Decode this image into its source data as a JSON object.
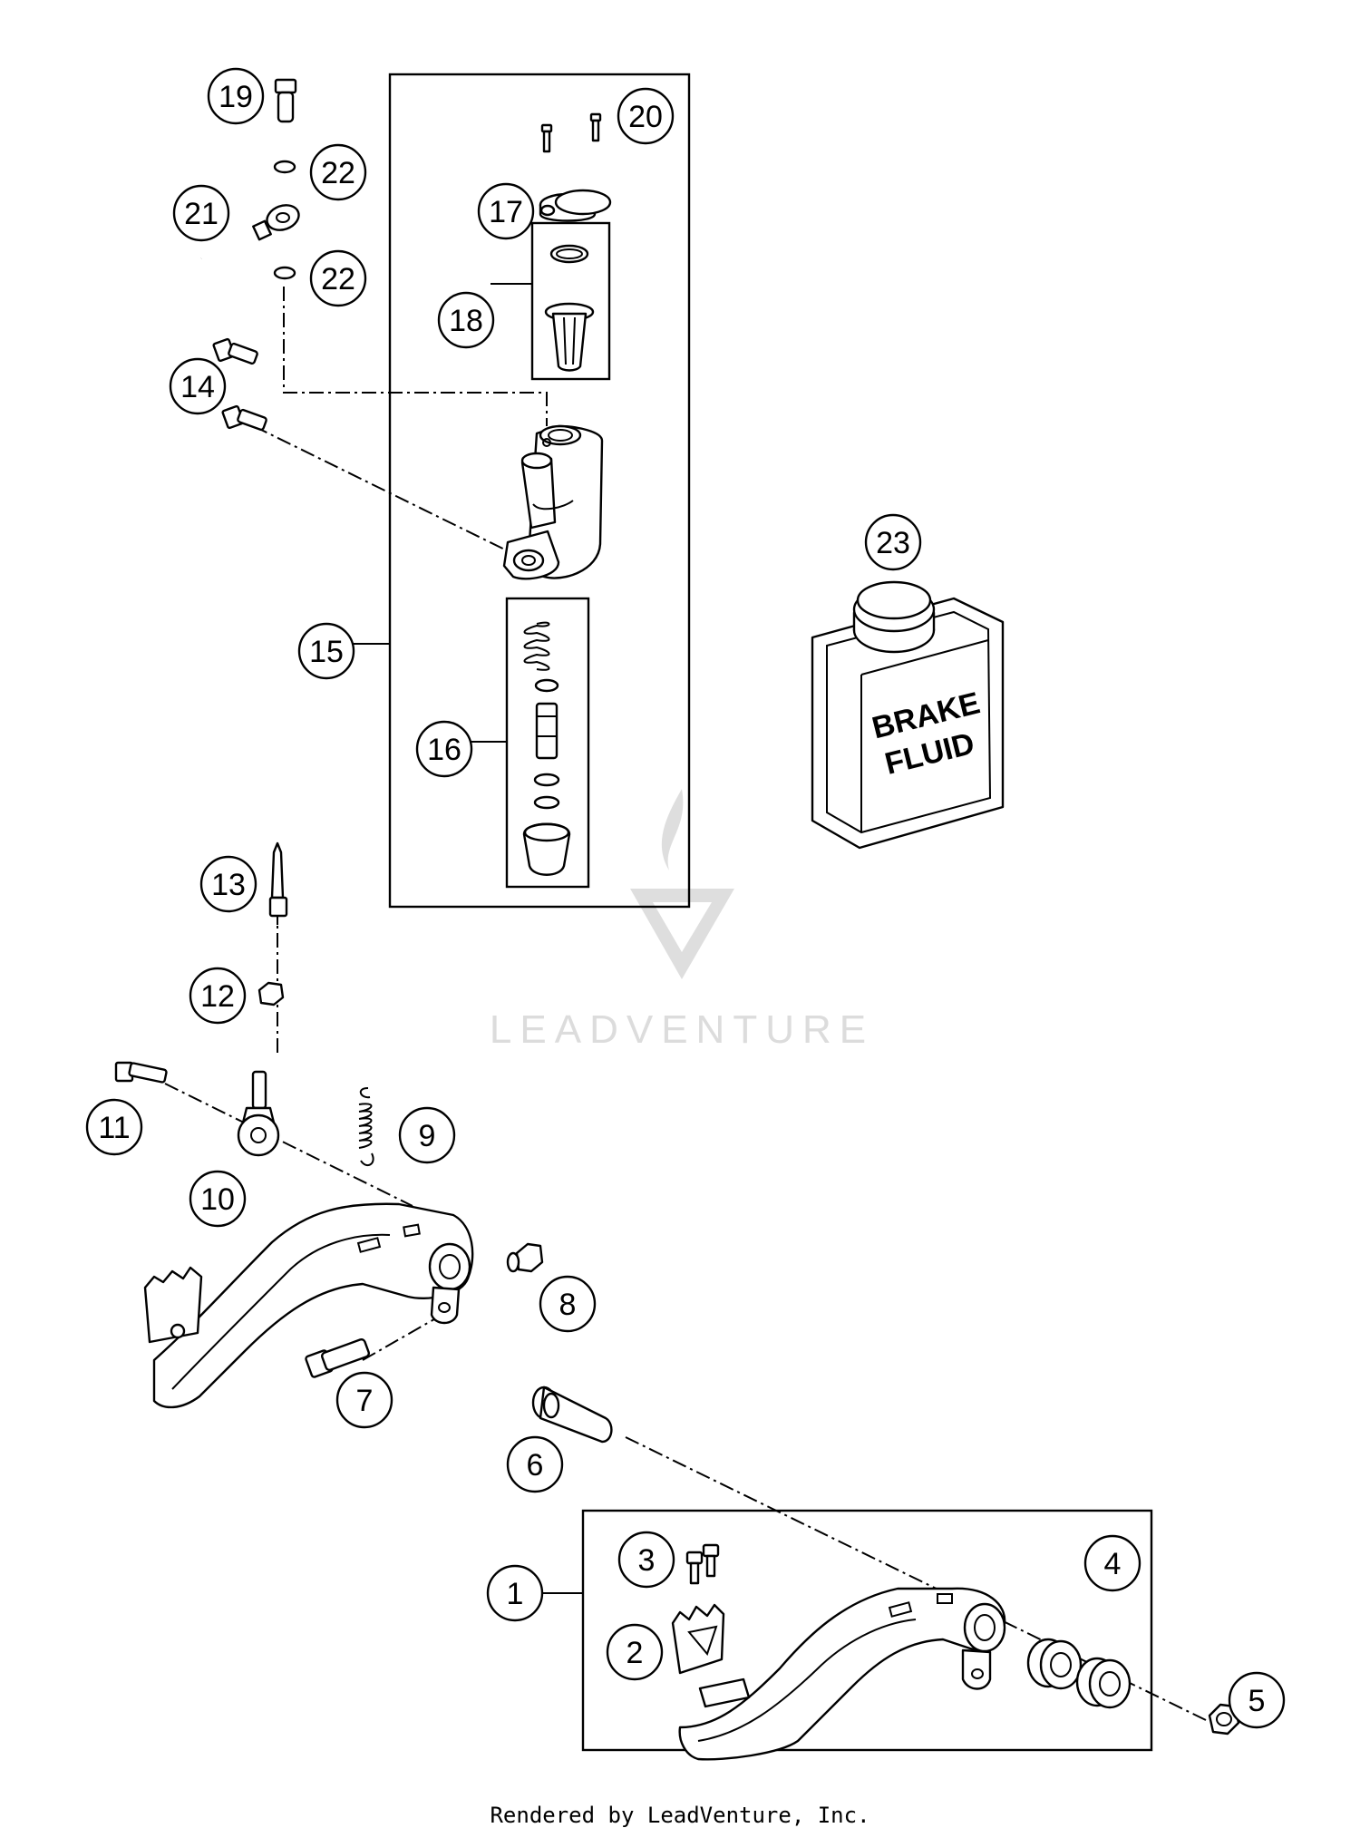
{
  "callouts": [
    {
      "id": "1",
      "label": "1"
    },
    {
      "id": "2",
      "label": "2"
    },
    {
      "id": "3",
      "label": "3"
    },
    {
      "id": "4",
      "label": "4"
    },
    {
      "id": "5",
      "label": "5"
    },
    {
      "id": "6",
      "label": "6"
    },
    {
      "id": "7",
      "label": "7"
    },
    {
      "id": "8",
      "label": "8"
    },
    {
      "id": "9",
      "label": "9"
    },
    {
      "id": "10",
      "label": "10"
    },
    {
      "id": "11",
      "label": "11"
    },
    {
      "id": "12",
      "label": "12"
    },
    {
      "id": "13",
      "label": "13"
    },
    {
      "id": "14",
      "label": "14"
    },
    {
      "id": "15",
      "label": "15"
    },
    {
      "id": "16",
      "label": "16"
    },
    {
      "id": "17",
      "label": "17"
    },
    {
      "id": "18",
      "label": "18"
    },
    {
      "id": "19",
      "label": "19"
    },
    {
      "id": "20",
      "label": "20"
    },
    {
      "id": "21",
      "label": "21"
    },
    {
      "id": "22a",
      "label": "22"
    },
    {
      "id": "22b",
      "label": "22"
    },
    {
      "id": "23",
      "label": "23"
    }
  ],
  "bottle_label": {
    "line1": "BRAKE",
    "line2": "FLUID"
  },
  "watermark": "LEADVENTURE",
  "footer": "Rendered by LeadVenture, Inc."
}
